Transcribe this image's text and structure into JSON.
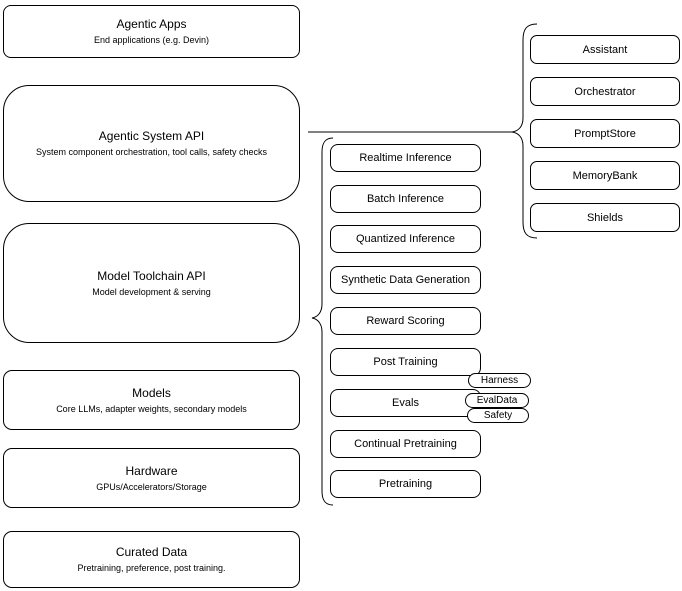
{
  "diagram": {
    "left_column": [
      {
        "title": "Agentic Apps",
        "subtitle": "End applications (e.g. Devin)"
      },
      {
        "title": "Agentic System API",
        "subtitle": "System component orchestration, tool calls, safety checks"
      },
      {
        "title": "Model Toolchain API",
        "subtitle": "Model development & serving"
      },
      {
        "title": "Models",
        "subtitle": "Core LLMs, adapter weights, secondary models"
      },
      {
        "title": "Hardware",
        "subtitle": "GPUs/Accelerators/Storage"
      },
      {
        "title": "Curated Data",
        "subtitle": "Pretraining, preference, post training."
      }
    ],
    "toolchain_items": [
      "Realtime Inference",
      "Batch Inference",
      "Quantized Inference",
      "Synthetic Data Generation",
      "Reward Scoring",
      "Post Training",
      "Evals",
      "Continual Pretraining",
      "Pretraining"
    ],
    "evals_tags": [
      "Harness",
      "EvalData",
      "Safety"
    ],
    "system_components": [
      "Assistant",
      "Orchestrator",
      "PromptStore",
      "MemoryBank",
      "Shields"
    ],
    "colors": {
      "stroke": "#000000",
      "fill": "#ffffff",
      "text": "#000000"
    }
  }
}
